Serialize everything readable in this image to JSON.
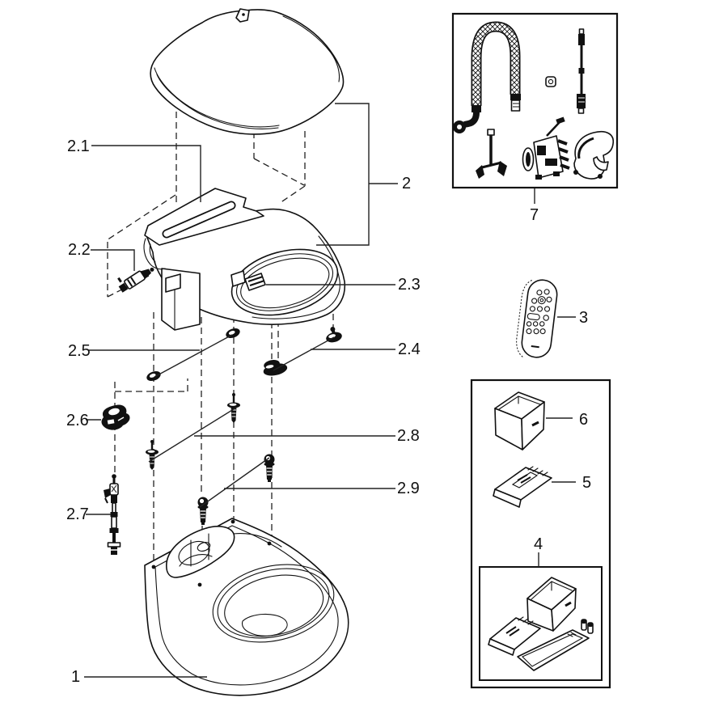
{
  "diagram": {
    "colors": {
      "line": "#111111",
      "leader": "#222222",
      "background": "#ffffff"
    },
    "labels": {
      "p1": "1",
      "p2": "2",
      "p2_1": "2.1",
      "p2_2": "2.2",
      "p2_3": "2.3",
      "p2_4": "2.4",
      "p2_5": "2.5",
      "p2_6": "2.6",
      "p2_7": "2.7",
      "p2_8": "2.8",
      "p2_9": "2.9",
      "p3": "3",
      "p4": "4",
      "p5": "5",
      "p6": "6",
      "p7": "7"
    }
  }
}
